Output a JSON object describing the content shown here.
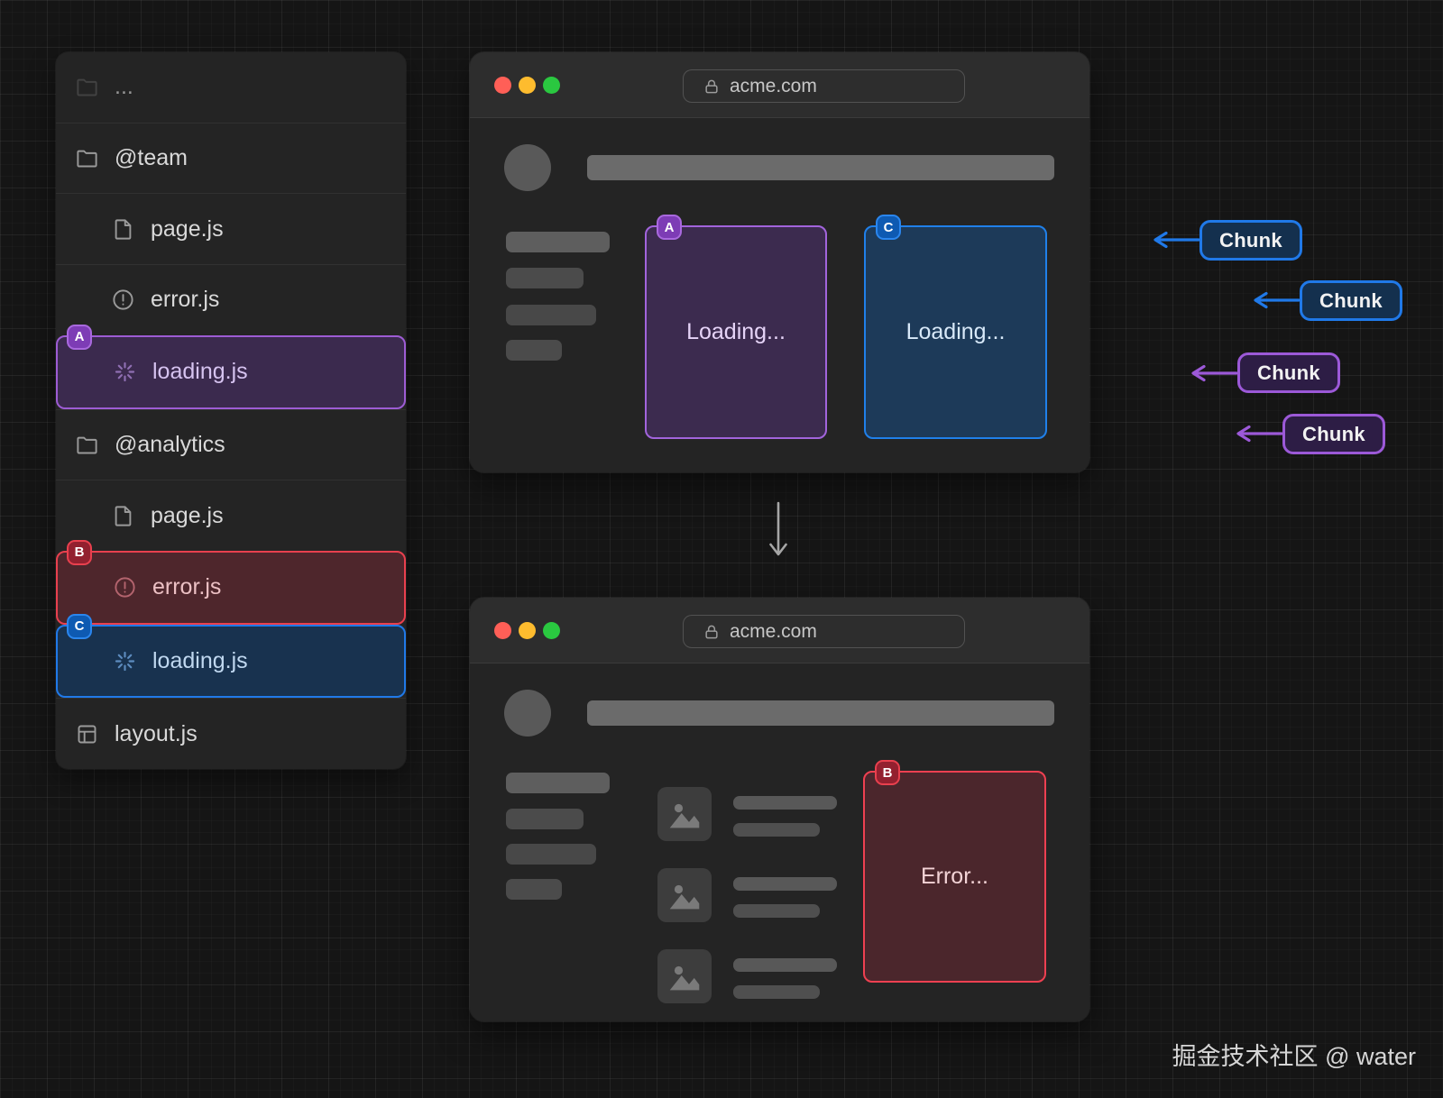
{
  "colors": {
    "purple": "#9c59d8",
    "blue": "#2079e8",
    "red": "#e8404e"
  },
  "file_tree": {
    "items": [
      {
        "label": "...",
        "icon": "folder-icon"
      },
      {
        "label": "@team",
        "icon": "folder-icon"
      },
      {
        "label": "page.js",
        "icon": "file-icon"
      },
      {
        "label": "error.js",
        "icon": "alert-icon"
      },
      {
        "label": "loading.js",
        "icon": "spinner-icon",
        "badge": "A",
        "highlight": "purple"
      },
      {
        "label": "@analytics",
        "icon": "folder-icon"
      },
      {
        "label": "page.js",
        "icon": "file-icon"
      },
      {
        "label": "error.js",
        "icon": "alert-icon",
        "badge": "B",
        "highlight": "red"
      },
      {
        "label": "loading.js",
        "icon": "spinner-icon",
        "badge": "C",
        "highlight": "blue"
      },
      {
        "label": "layout.js",
        "icon": "layout-icon"
      }
    ]
  },
  "browser_top": {
    "url": "acme.com",
    "slot_a": {
      "badge": "A",
      "label": "Loading...",
      "color": "purple"
    },
    "slot_c": {
      "badge": "C",
      "label": "Loading...",
      "color": "blue"
    }
  },
  "browser_bottom": {
    "url": "acme.com",
    "slot_b": {
      "badge": "B",
      "label": "Error...",
      "color": "red"
    }
  },
  "chunks": [
    {
      "label": "Chunk",
      "color": "blue"
    },
    {
      "label": "Chunk",
      "color": "blue"
    },
    {
      "label": "Chunk",
      "color": "purple"
    },
    {
      "label": "Chunk",
      "color": "purple"
    }
  ],
  "footer": {
    "credit": "掘金技术社区 @ water"
  }
}
